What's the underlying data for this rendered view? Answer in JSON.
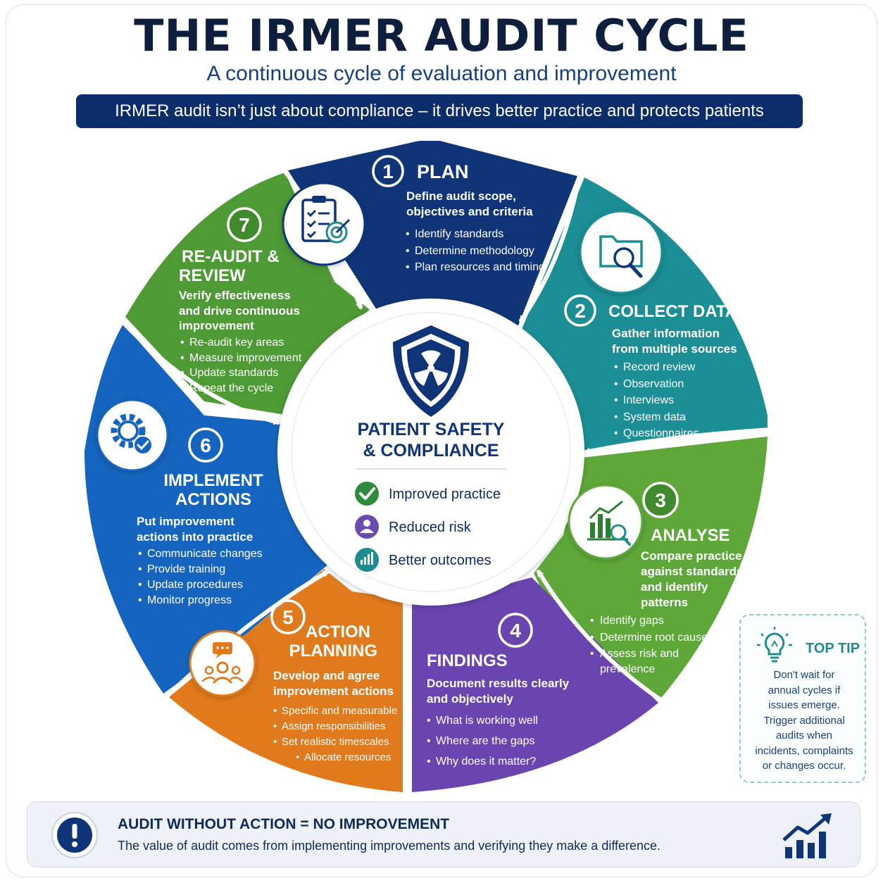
{
  "header": {
    "title": "THE IRMER AUDIT CYCLE",
    "subtitle": "A continuous cycle of evaluation and improvement",
    "banner": "IRMER audit isn’t just about compliance – it drives better practice and protects patients"
  },
  "center": {
    "title_line1": "PATIENT SAFETY",
    "title_line2": "& COMPLIANCE",
    "icon": "shield-radiation-icon",
    "benefits": [
      {
        "label": "Improved practice",
        "icon": "check-circle-icon",
        "color": "#2e8b3a"
      },
      {
        "label": "Reduced risk",
        "icon": "person-circle-icon",
        "color": "#6a4bb0"
      },
      {
        "label": "Better outcomes",
        "icon": "bar-chart-circle-icon",
        "color": "#1f8a91"
      }
    ]
  },
  "steps": [
    {
      "number": "1",
      "title": [
        "PLAN"
      ],
      "color": "#0f3578",
      "icon": "clipboard-target-icon",
      "description": [
        "Define audit scope,",
        "objectives and criteria"
      ],
      "bullets": [
        "Identify standards",
        "Determine methodology",
        "Plan resources and timing"
      ]
    },
    {
      "number": "2",
      "title": [
        "COLLECT DATA"
      ],
      "color": "#1c8e96",
      "icon": "folder-search-icon",
      "description": [
        "Gather information",
        "from multiple sources"
      ],
      "bullets": [
        "Record review",
        "Observation",
        "Interviews",
        "System data",
        "Questionnaires"
      ]
    },
    {
      "number": "3",
      "title": [
        "ANALYSE"
      ],
      "color": "#5ea83a",
      "icon": "chart-magnifier-icon",
      "description": [
        "Compare practice",
        "against standards",
        "and identify",
        "patterns"
      ],
      "bullets": [
        "Identify gaps",
        "Determine root causes",
        "Assess risk and",
        "prevalence"
      ]
    },
    {
      "number": "4",
      "title": [
        "FINDINGS"
      ],
      "color": "#6a45b0",
      "icon": "",
      "description": [
        "Document results clearly",
        "and objectively"
      ],
      "bullets": [
        "What is working well",
        "Where are the gaps",
        "Why does it matter?"
      ]
    },
    {
      "number": "5",
      "title": [
        "ACTION",
        "PLANNING"
      ],
      "color": "#e07a1c",
      "icon": "team-discussion-icon",
      "description": [
        "Develop and agree",
        "improvement actions"
      ],
      "bullets": [
        "Specific and measurable",
        "Assign responsibilities",
        "Set realistic timescales",
        "Allocate resources"
      ]
    },
    {
      "number": "6",
      "title": [
        "IMPLEMENT",
        "ACTIONS"
      ],
      "color": "#1565c0",
      "icon": "gear-check-icon",
      "description": [
        "Put improvement",
        "actions into practice"
      ],
      "bullets": [
        "Communicate changes",
        "Provide training",
        "Update procedures",
        "Monitor progress"
      ]
    },
    {
      "number": "7",
      "title": [
        "RE-AUDIT &",
        "REVIEW"
      ],
      "color": "#4e9a35",
      "icon": "",
      "description": [
        "Verify effectiveness",
        "and drive continuous",
        "improvement"
      ],
      "bullets": [
        "Re-audit key areas",
        "Measure improvement",
        "Update standards",
        "Repeat the cycle"
      ]
    }
  ],
  "tip": {
    "title": "TOP TIP",
    "icon": "lightbulb-icon",
    "lines": [
      "Don't wait for",
      "annual cycles if",
      "issues emerge.",
      "Trigger additional",
      "audits when",
      "incidents, complaints",
      "or changes occur."
    ]
  },
  "footer": {
    "title": "AUDIT WITHOUT ACTION = NO IMPROVEMENT",
    "text": "The value of audit comes from implementing improvements and verifying they make a difference.",
    "alert_icon": "exclamation-circle-icon",
    "trend_icon": "rising-bar-chart-icon"
  }
}
